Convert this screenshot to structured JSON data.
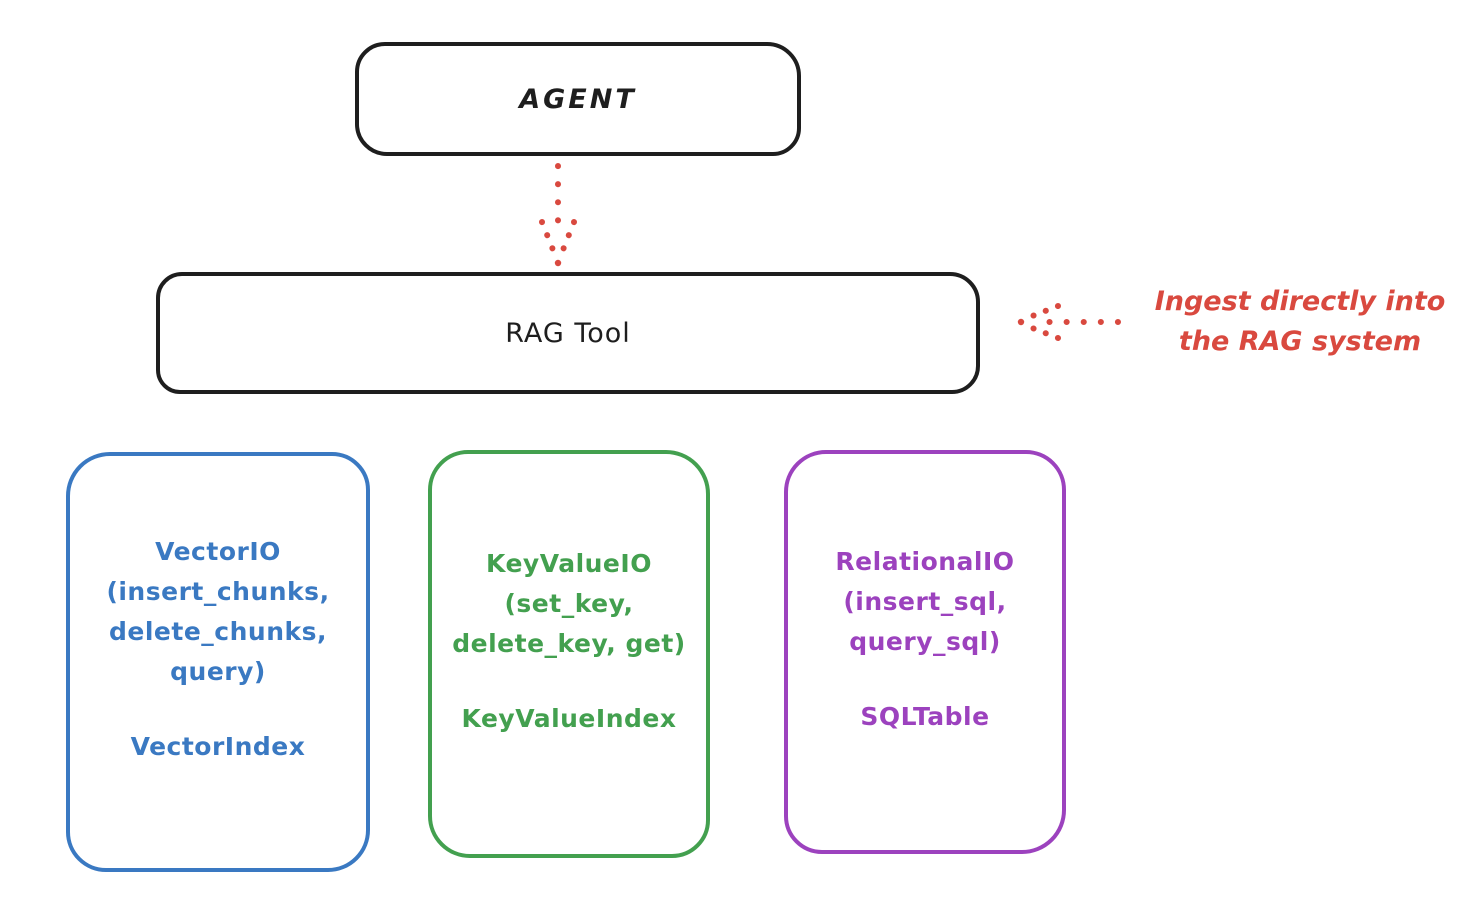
{
  "diagram": {
    "title_hint": "RAG Tool architecture diagram",
    "agent_box": {
      "label": "AGENT"
    },
    "rag_tool_box": {
      "label": "RAG Tool"
    },
    "agent_to_rag_arrow": {
      "style": "dotted",
      "direction": "down",
      "color": "#d9493f"
    },
    "annotation": {
      "line1": "Ingest directly into",
      "line2": "the RAG system",
      "arrow_direction": "left",
      "color": "#d9493f"
    },
    "backend_boxes": [
      {
        "id": "vector-io",
        "color": "#3a79c2",
        "lines": [
          "VectorIO",
          "(insert_chunks,",
          "delete_chunks,",
          "query)"
        ],
        "index_label": "VectorIndex"
      },
      {
        "id": "keyvalue-io",
        "color": "#43a04f",
        "lines": [
          "KeyValueIO",
          "(set_key,",
          "delete_key, get)"
        ],
        "index_label": "KeyValueIndex"
      },
      {
        "id": "relational-io",
        "color": "#9c42be",
        "lines": [
          "RelationalIO",
          "(insert_sql,",
          "query_sql)"
        ],
        "index_label": "SQLTable"
      }
    ],
    "colors": {
      "stroke_black": "#1e1e1e",
      "red": "#d9493f",
      "blue": "#3a79c2",
      "green": "#43a04f",
      "purple": "#9c42be",
      "background": "#ffffff"
    }
  }
}
